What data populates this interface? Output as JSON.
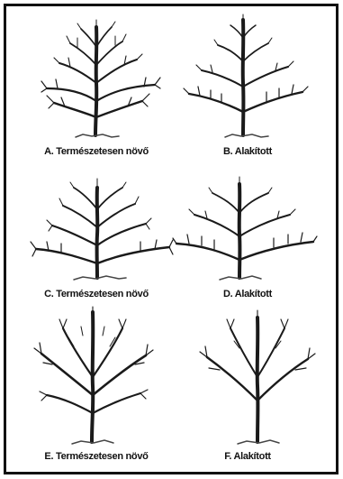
{
  "colors": {
    "frame": "#111111",
    "tree": "#1a1a1a",
    "ground": "#444444",
    "background": "#ffffff"
  },
  "panels": [
    {
      "id": "A",
      "caption": "A. Természetesen növő",
      "style": "natural"
    },
    {
      "id": "B",
      "caption": "B. Alakított",
      "style": "trained"
    },
    {
      "id": "C",
      "caption": "C. Természetesen növő",
      "style": "natural"
    },
    {
      "id": "D",
      "caption": "D. Alakított",
      "style": "trained"
    },
    {
      "id": "E",
      "caption": "E. Természetesen növő",
      "style": "natural"
    },
    {
      "id": "F",
      "caption": "F. Alakított",
      "style": "trained"
    }
  ]
}
